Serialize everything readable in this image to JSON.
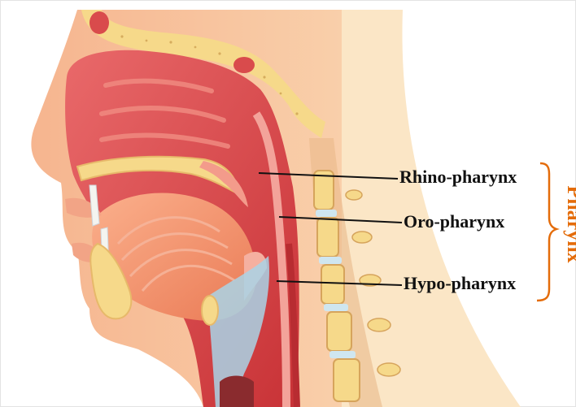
{
  "labels": {
    "rhino": "Rhino-pharynx",
    "oro": "Oro-pharynx",
    "hypo": "Hypo-pharynx"
  },
  "group_label": "Pharynx",
  "colors": {
    "label_text": "#111111",
    "bracket": "#e46c0a",
    "group_label": "#e46c0a",
    "skin": "#f8c39a",
    "neck_background": "#fbe6c6",
    "mucosa": "#d9474a",
    "tongue": "#f08a63",
    "bone": "#f6d98a"
  }
}
